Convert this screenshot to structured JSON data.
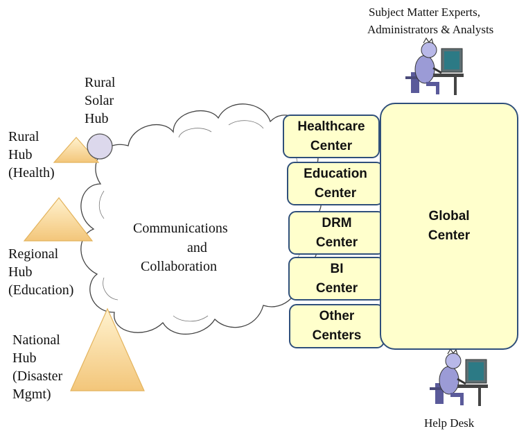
{
  "people": {
    "top_label_line1": "Subject Matter  Experts,",
    "top_label_line2": "Administrators & Analysts",
    "bottom_label": "Help Desk"
  },
  "hubs": [
    {
      "id": "rural-solar",
      "lines": [
        "Rural",
        "Solar",
        "Hub"
      ]
    },
    {
      "id": "rural",
      "lines": [
        "Rural",
        "Hub",
        "(Health)"
      ]
    },
    {
      "id": "regional",
      "lines": [
        "Regional",
        "Hub",
        "(Education)"
      ]
    },
    {
      "id": "national",
      "lines": [
        "National",
        "Hub",
        "(Disaster",
        "Mgmt)"
      ]
    }
  ],
  "cloud": {
    "lines": [
      "Communications",
      "and",
      "Collaboration"
    ]
  },
  "centers": [
    {
      "id": "healthcare",
      "lines": [
        "Healthcare",
        "Center"
      ]
    },
    {
      "id": "education",
      "lines": [
        "Education",
        "Center"
      ]
    },
    {
      "id": "drm",
      "lines": [
        "DRM",
        "Center"
      ]
    },
    {
      "id": "bi",
      "lines": [
        "BI",
        "Center"
      ]
    },
    {
      "id": "other",
      "lines": [
        "Other",
        "Centers"
      ]
    }
  ],
  "global_center": {
    "lines": [
      "Global",
      "Center"
    ]
  },
  "colors": {
    "box_fill": "#ffffcc",
    "box_border": "#2f4f7a",
    "triangle_fill": "#f6d89a",
    "circle_fill": "#dcd8ec"
  }
}
